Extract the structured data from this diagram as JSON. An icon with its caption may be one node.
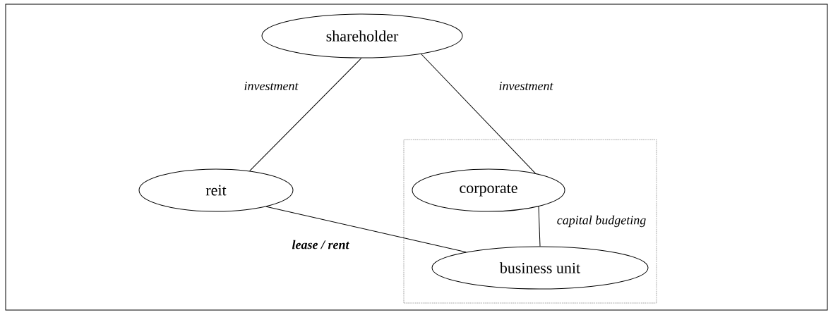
{
  "diagram": {
    "nodes": [
      {
        "text": [
          "shareholder"
        ]
      },
      {
        "text": [
          "reit"
        ]
      },
      {
        "text": [],
        "shape": "box"
      },
      {
        "text": [
          "corporate"
        ],
        "in": 2
      },
      {
        "text": [
          "business unit"
        ],
        "in": 2
      }
    ],
    "edges": [
      {
        "from": 0,
        "to": 1,
        "arrow": "none",
        "label": "investment"
      },
      {
        "from": 0,
        "to": 3,
        "arrow": "none",
        "label": "investment"
      },
      {
        "from": 3,
        "to": 4,
        "arrow": "none",
        "label": "capital budgeting"
      },
      {
        "from": 1,
        "to": 4,
        "arrow": "none",
        "label": "lease / rent"
      }
    ]
  }
}
